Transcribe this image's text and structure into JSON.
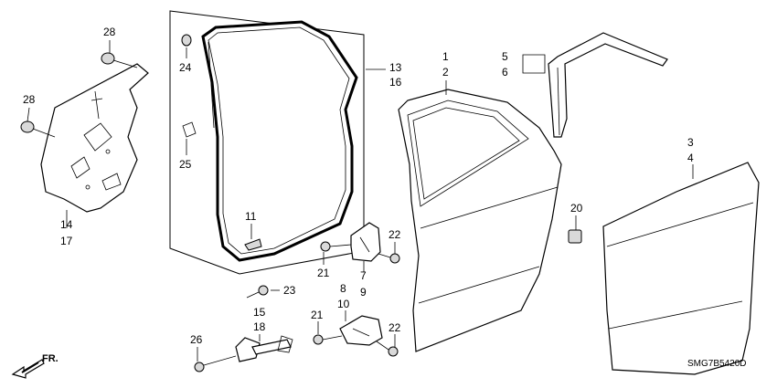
{
  "diagram": {
    "callouts": [
      {
        "id": "c28a",
        "text": "28"
      },
      {
        "id": "c28b",
        "text": "28"
      },
      {
        "id": "c14",
        "text": "14"
      },
      {
        "id": "c17",
        "text": "17"
      },
      {
        "id": "c24",
        "text": "24"
      },
      {
        "id": "c25",
        "text": "25"
      },
      {
        "id": "c11",
        "text": "11"
      },
      {
        "id": "c13",
        "text": "13"
      },
      {
        "id": "c16",
        "text": "16"
      },
      {
        "id": "c1",
        "text": "1"
      },
      {
        "id": "c2",
        "text": "2"
      },
      {
        "id": "c5",
        "text": "5"
      },
      {
        "id": "c6",
        "text": "6"
      },
      {
        "id": "c3",
        "text": "3"
      },
      {
        "id": "c4",
        "text": "4"
      },
      {
        "id": "c20",
        "text": "20"
      },
      {
        "id": "c22a",
        "text": "22"
      },
      {
        "id": "c21a",
        "text": "21"
      },
      {
        "id": "c7",
        "text": "7"
      },
      {
        "id": "c9",
        "text": "9"
      },
      {
        "id": "c23",
        "text": "23"
      },
      {
        "id": "c15",
        "text": "15"
      },
      {
        "id": "c18",
        "text": "18"
      },
      {
        "id": "c8",
        "text": "8"
      },
      {
        "id": "c10",
        "text": "10"
      },
      {
        "id": "c21b",
        "text": "21"
      },
      {
        "id": "c22b",
        "text": "22"
      },
      {
        "id": "c26",
        "text": "26"
      }
    ],
    "front_indicator": "FR.",
    "diagram_code": "SMG7B5420D"
  }
}
